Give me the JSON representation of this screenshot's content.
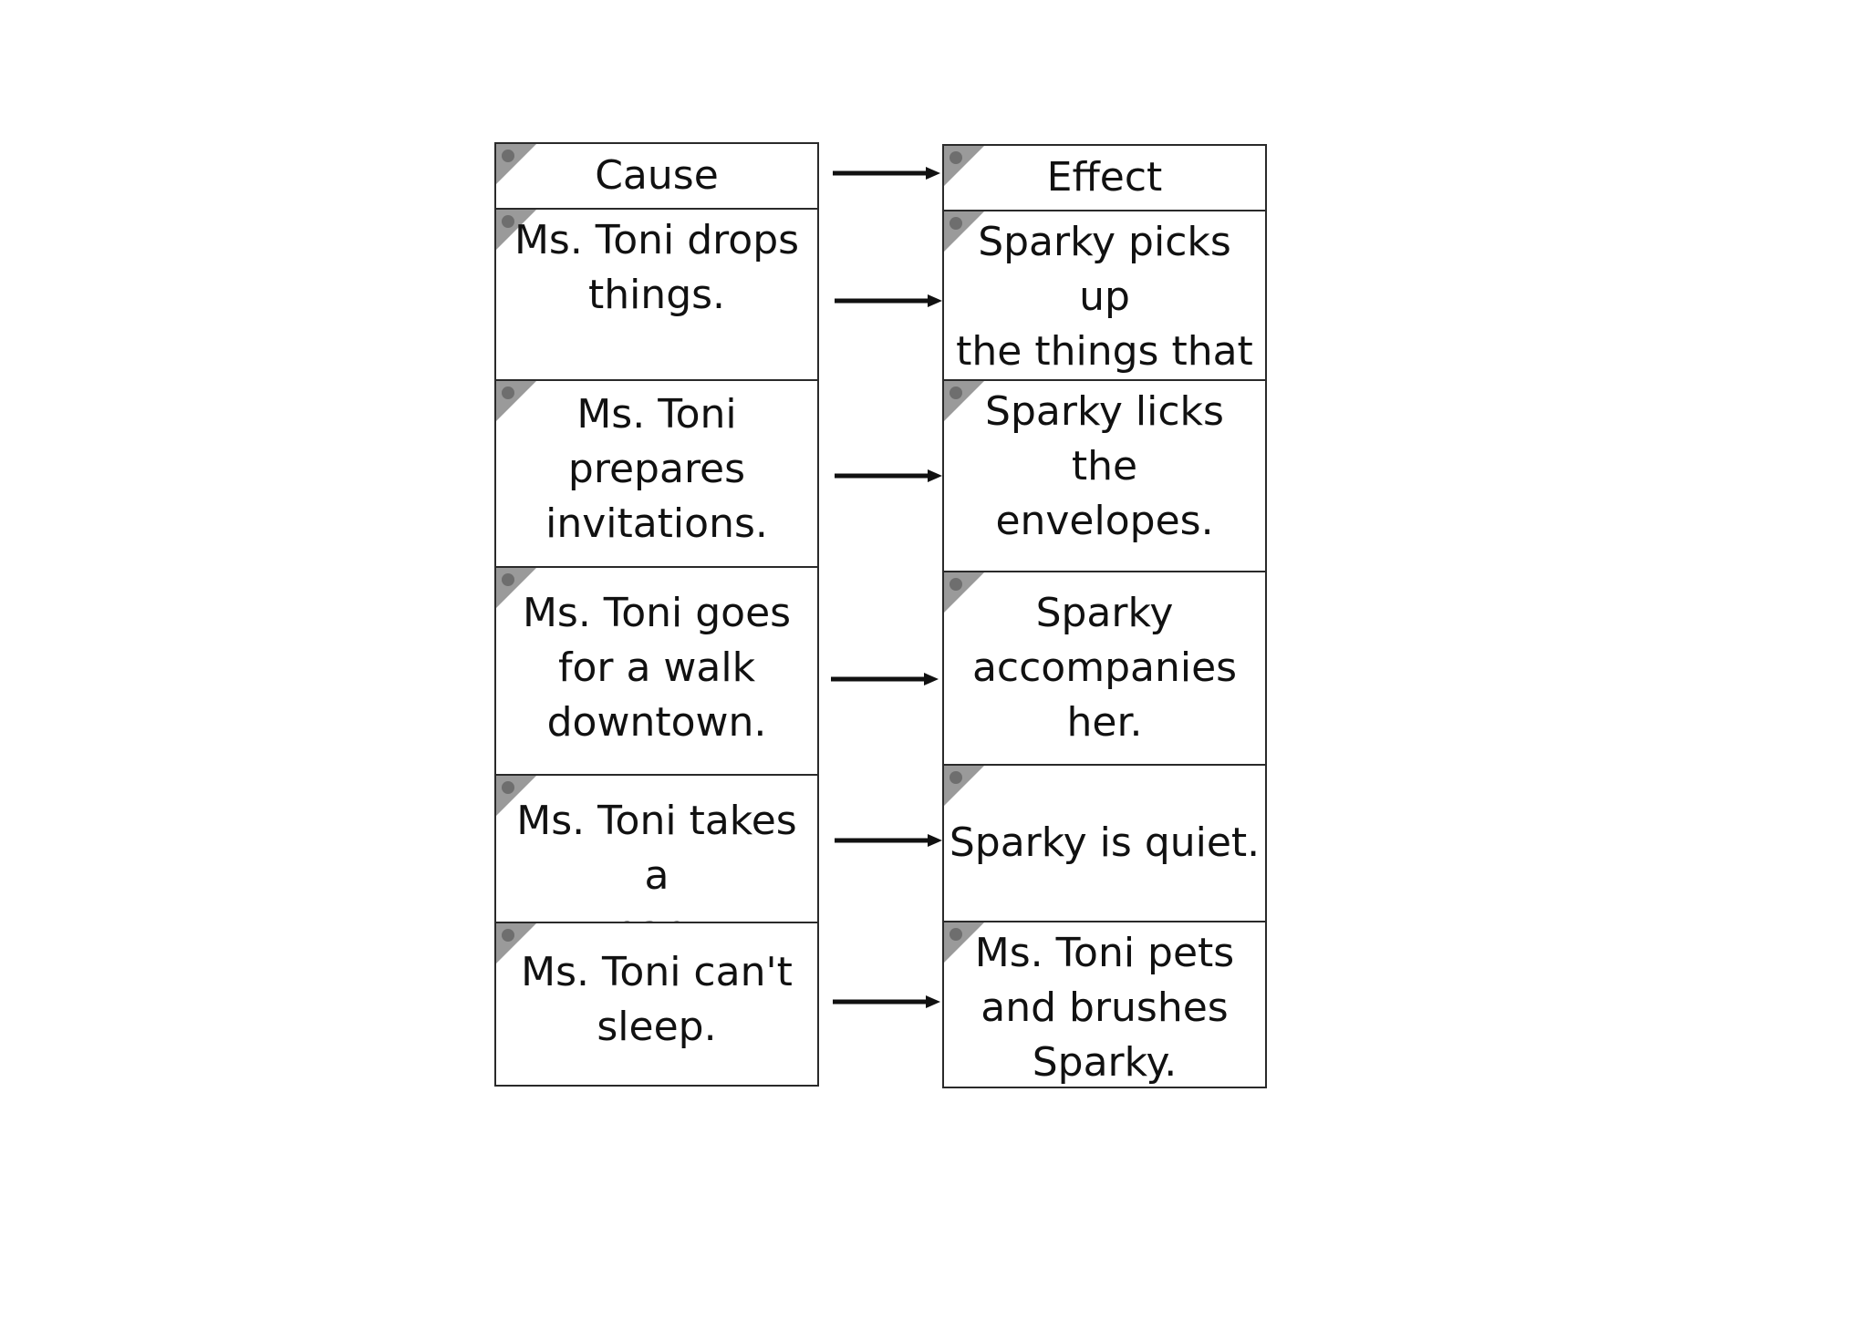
{
  "cause": {
    "header": "Cause",
    "items": [
      "Ms. Toni drops\nthings.",
      "Ms. Toni\nprepares\ninvitations.",
      "Ms. Toni goes\nfor a walk\ndowntown.",
      "Ms. Toni takes a\nnap.",
      "Ms. Toni can't\nsleep."
    ]
  },
  "effect": {
    "header": "Effect",
    "items": [
      "Sparky picks up\nthe things that\nMs. Toni drops",
      "Sparky licks the\nenvelopes.",
      "Sparky\naccompanies\nher.",
      "Sparky is quiet.",
      "Ms. Toni pets\nand brushes\nSparky."
    ]
  },
  "colors": {
    "border": "#2a2a2a",
    "corner_fold": "#9a9a9a",
    "arrow": "#111111"
  }
}
